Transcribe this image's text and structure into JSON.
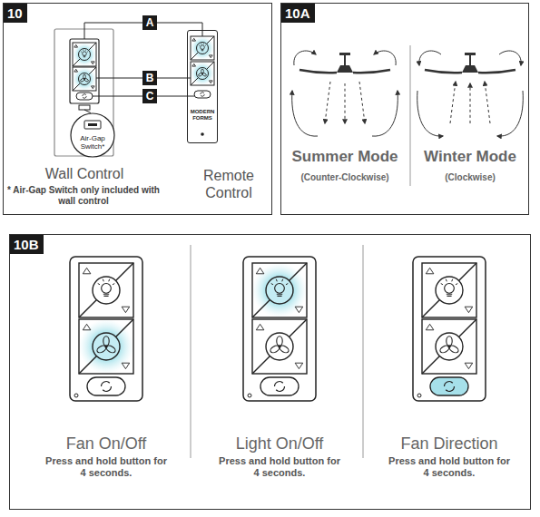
{
  "diagram": {
    "nodes": [
      {
        "text": [
          "10"
        ]
      },
      {
        "text": [
          "A"
        ],
        "in": 0
      },
      {
        "text": [
          "B"
        ],
        "in": 0
      },
      {
        "text": [
          "C"
        ],
        "in": 0
      },
      {
        "text": [
          "Air-Gap Switch*"
        ],
        "in": 0
      },
      {
        "text": [
          "MODERN FORMS"
        ],
        "in": 0
      },
      {
        "text": [
          "10A"
        ]
      },
      {
        "text": [
          "10B"
        ]
      }
    ],
    "labels": [
      "Wall Control",
      "* Air-Gap Switch only included with wall control",
      "Remote Control",
      "Summer Mode",
      "(Counter-Clockwise)",
      "Winter Mode",
      "(Clockwise)",
      "Fan On/Off",
      "Press and hold button for 4 seconds.",
      "Light On/Off",
      "Press and hold button for 4 seconds.",
      "Fan Direction",
      "Press and hold button for 4 seconds."
    ]
  }
}
